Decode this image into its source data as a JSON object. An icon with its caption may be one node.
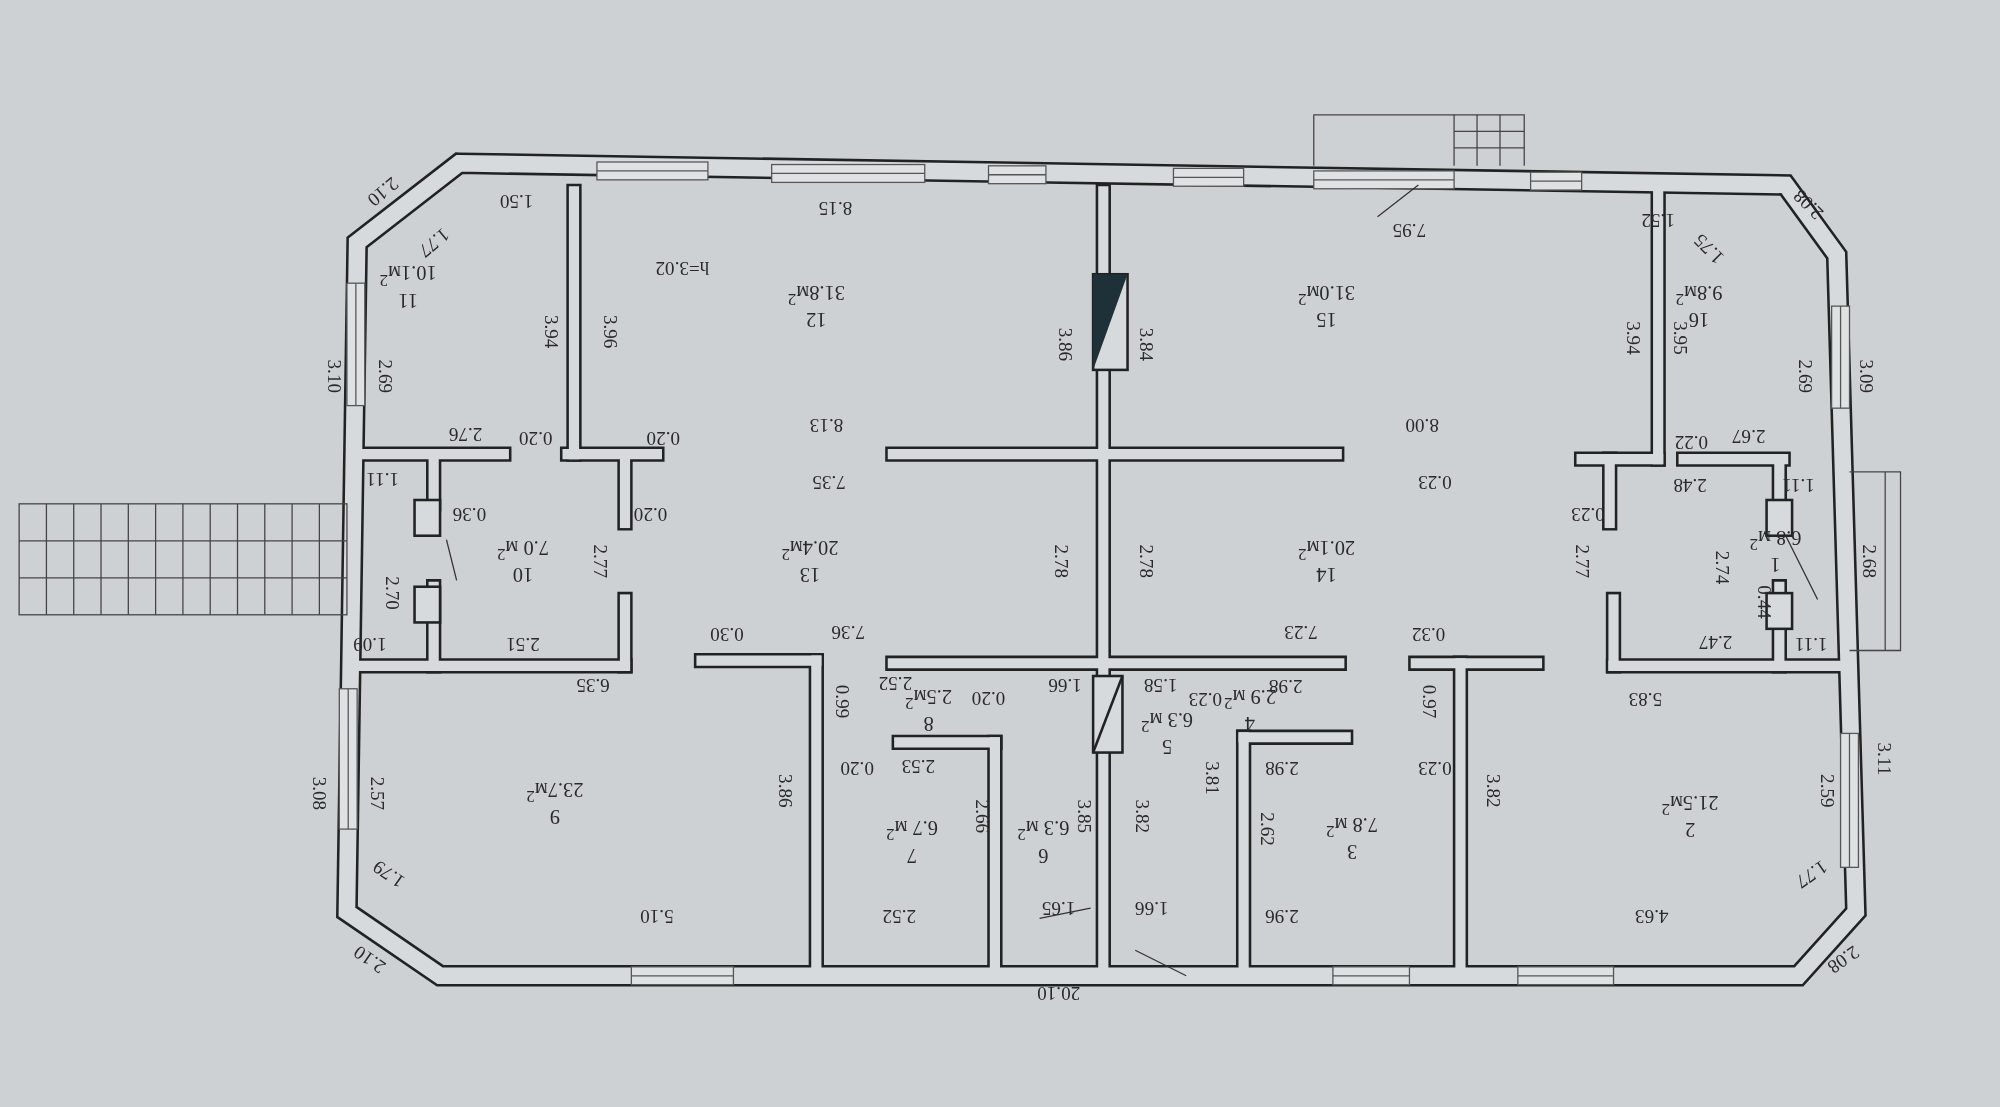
{
  "diagram": {
    "nodes": [
      {
        "text": [
          "1",
          "6.8 м$^{2}$"
        ]
      },
      {
        "text": [
          "2",
          "21.5м$^{2}$"
        ]
      },
      {
        "text": [
          "3",
          "7.8 м$^{2}$"
        ]
      },
      {
        "text": [
          "4",
          "2.9 м$^{2}$"
        ]
      },
      {
        "text": [
          "5",
          "6.3 м$^{2}$"
        ]
      },
      {
        "text": [
          "6",
          "6.3 м$^{2}$"
        ]
      },
      {
        "text": [
          "7",
          "6.7 м$^{2}$"
        ]
      },
      {
        "text": [
          "8",
          "2.5м$^{2}$"
        ]
      },
      {
        "text": [
          "9",
          "23.7м$^{2}$"
        ]
      },
      {
        "text": [
          "10",
          "7.0 м$^{2}$"
        ]
      },
      {
        "text": [
          "11",
          "10.1м$^{2}$"
        ]
      },
      {
        "text": [
          "12",
          "31.8м$^{2}$"
        ]
      },
      {
        "text": [
          "13",
          "20.4м$^{2}$"
        ]
      },
      {
        "text": [
          "14",
          "20.1м$^{2}$"
        ]
      },
      {
        "text": [
          "15",
          "31.0м$^{2}$"
        ]
      },
      {
        "text": [
          "16",
          "9.8м$^{2}$"
        ]
      }
    ],
    "labels": [
      "2.10",
      "1.50",
      "1.77",
      "8.15",
      "h=3.02",
      "7.95",
      "1.52",
      "2.08",
      "1.75",
      "3.10",
      "2.69",
      "3.94",
      "3.96",
      "3.86",
      "3.84",
      "3.94",
      "3.95",
      "2.69",
      "3.09",
      "8.13",
      "8.00",
      "2.76",
      "0.20",
      "0.20",
      "0.22",
      "2.67",
      "1.11",
      "7.35",
      "0.23",
      "2.48",
      "1.11",
      "0.36",
      "0.20",
      "0.23",
      "2.70",
      "2.77",
      "2.78",
      "2.78",
      "2.77",
      "2.74",
      "0.44",
      "2.68",
      "1.09",
      "2.51",
      "0.30",
      "7.36",
      "7.23",
      "0.32",
      "2.47",
      "1.11",
      "6.35",
      "2.52",
      "0.20",
      "1.66",
      "1.58",
      "0.23",
      "2.98",
      "0.99",
      "0.97",
      "5.83",
      "0.20",
      "2.53",
      "2.98",
      "0.23",
      "3.11",
      "3.08",
      "2.57",
      "3.86",
      "2.66",
      "3.85",
      "3.82",
      "3.81",
      "2.62",
      "3.82",
      "2.59",
      "1.79",
      "1.77",
      "2.10",
      "5.10",
      "2.52",
      "1.65",
      "1.66",
      "2.96",
      "4.63",
      "2.08",
      "20.10"
    ]
  }
}
